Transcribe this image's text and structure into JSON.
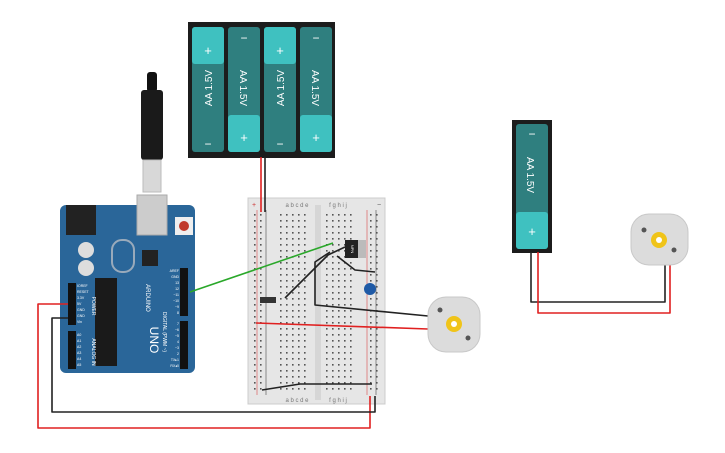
{
  "battery_pack_4": {
    "cells": [
      {
        "label": "AA 1.5V",
        "pos": "+",
        "neg": "−",
        "flipped": false
      },
      {
        "label": "AA 1.5V",
        "pos": "+",
        "neg": "−",
        "flipped": true
      },
      {
        "label": "AA 1.5V",
        "pos": "+",
        "neg": "−",
        "flipped": false
      },
      {
        "label": "AA 1.5V",
        "pos": "+",
        "neg": "−",
        "flipped": true
      }
    ]
  },
  "battery_single": {
    "label": "AA 1.5V",
    "pos": "+",
    "neg": "−"
  },
  "arduino": {
    "brand": "ARDUINO",
    "model": "UNO",
    "digital": "DIGITAL (PWM ~)",
    "power": "POWER",
    "analog": "ANALOG IN",
    "power_pins": [
      "IOREF",
      "RESET",
      "3.3V",
      "5V",
      "GND",
      "GND",
      "Vin"
    ],
    "analog_pins": [
      "A0",
      "A1",
      "A2",
      "A3",
      "A4",
      "A5"
    ],
    "digital_top": [
      "AREF",
      "GND",
      "13",
      "12",
      "~11",
      "~10",
      "~9",
      "8"
    ],
    "digital_bottom": [
      "7",
      "~6",
      "~5",
      "4",
      "~3",
      "2",
      "TX▸1",
      "RX◂0"
    ]
  },
  "breadboard": {
    "cols_left": "a b c d e",
    "cols_right": "f g h i j",
    "plus": "+",
    "minus": "−"
  },
  "transistor": {
    "label": "NPN"
  },
  "colors": {
    "wire_red": "#e02020",
    "wire_black": "#222222",
    "wire_green": "#2aa82a",
    "battery_teal": "#2f7f7f",
    "battery_cap": "#3fc1c0",
    "arduino_blue": "#2a6699",
    "breadboard": "#e6e6e6",
    "motor": "#dcdcdc",
    "motor_shaft": "#f0c419"
  }
}
